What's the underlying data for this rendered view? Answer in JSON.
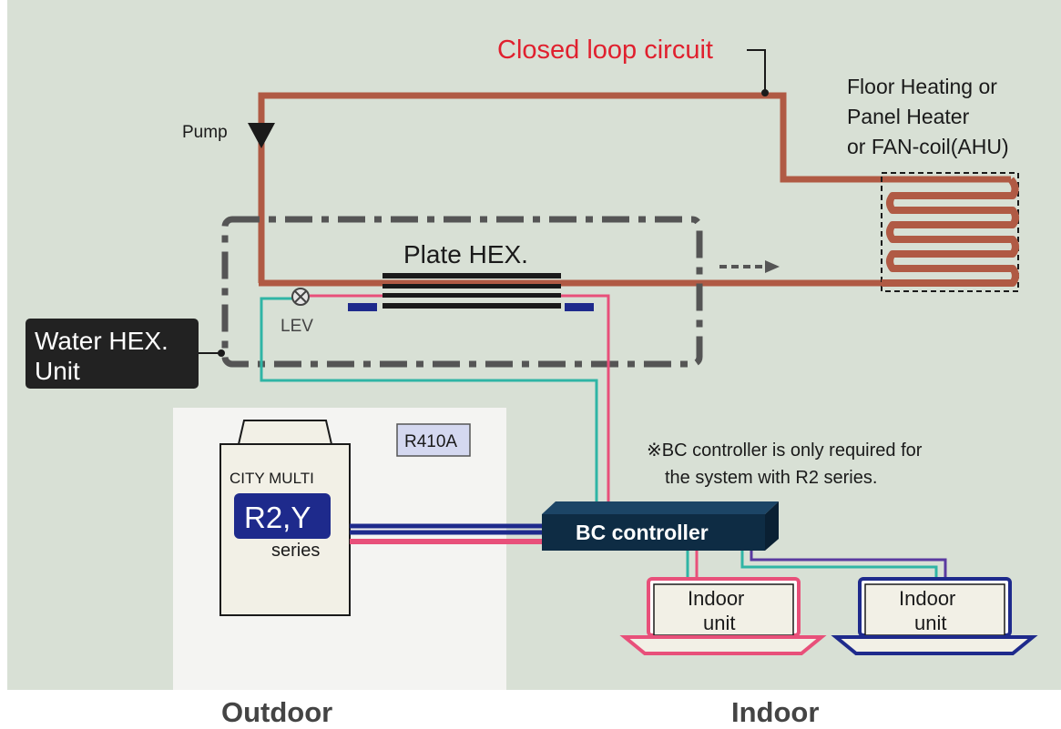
{
  "colors": {
    "indoor_bg": "#d8e0d5",
    "outdoor_bg": "#f4f4f2",
    "water_pipe": "#b05a44",
    "refrigerant_blue": "#1e2a8c",
    "refrigerant_pink": "#e8507a",
    "refrigerant_teal": "#2fb5a5",
    "closed_loop_text": "#e0202e",
    "bc_controller": "#0e2c44",
    "dark_label": "#222222",
    "r410a_box": "#d4d8f0",
    "unit_fill": "#f2f0e6"
  },
  "labels": {
    "closed_loop": "Closed loop circuit",
    "pump": "Pump",
    "floor_heating_line1": "Floor Heating or",
    "floor_heating_line2": "Panel Heater",
    "floor_heating_line3": "or FAN-coil(AHU)",
    "plate_hex": "Plate HEX.",
    "lev": "LEV",
    "water_hex_line1": "Water HEX.",
    "water_hex_line2": "Unit",
    "refrigerant": "R410A",
    "bc_note_line1": "※BC controller is only required for",
    "bc_note_line2": "the system with R2 series.",
    "city_multi": "CITY MULTI",
    "model": "R2,Y",
    "series": "series",
    "bc_controller": "BC controller",
    "indoor_unit_1_line1": "Indoor",
    "indoor_unit_1_line2": "unit",
    "indoor_unit_2_line1": "Indoor",
    "indoor_unit_2_line2": "unit",
    "outdoor": "Outdoor",
    "indoor": "Indoor"
  }
}
